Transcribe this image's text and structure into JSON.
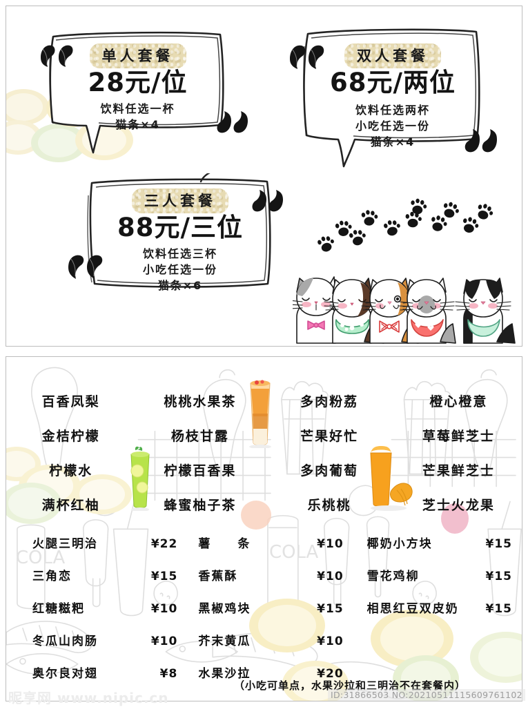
{
  "meta": {
    "watermark_left": "昵享网 www.nipic.cn",
    "watermark_right": "ID:31866503 NO:20210511115609761102",
    "accent_highlight": "#e7dbb3",
    "ink": "#1a1a1a"
  },
  "packages": [
    {
      "id": "single",
      "title": "单人套餐",
      "price": "28元/位",
      "lines": [
        "饮料任选一杯",
        "猫条×4"
      ]
    },
    {
      "id": "double",
      "title": "双人套餐",
      "price": "68元/两位",
      "lines": [
        "饮料任选两杯",
        "小吃任选一份",
        "猫条×4"
      ]
    },
    {
      "id": "triple",
      "title": "三人套餐",
      "price": "88元/三位",
      "lines": [
        "饮料任选三杯",
        "小吃任选一份",
        "猫条×6"
      ]
    }
  ],
  "drinks": {
    "columns": [
      {
        "items": [
          "百香凤梨",
          "金桔柠檬",
          "柠檬水",
          "满杯红柚"
        ]
      },
      {
        "items": [
          "桃桃水果茶",
          "杨枝甘露",
          "柠檬百香果",
          "蜂蜜柚子茶"
        ]
      },
      {
        "items": [
          "多肉粉荔",
          "芒果好忙",
          "多肉葡萄",
          "乐桃桃"
        ]
      },
      {
        "items": [
          "橙心橙意",
          "草莓鲜芝士",
          "芒果鲜芝士",
          "芝士火龙果"
        ]
      }
    ]
  },
  "foods": {
    "columns": [
      {
        "items": [
          {
            "name": "火腿三明治",
            "price": "¥22"
          },
          {
            "name": "三角恋",
            "price": "¥15"
          },
          {
            "name": "红糖糍粑",
            "price": "¥10"
          },
          {
            "name": "冬瓜山肉肠",
            "price": "¥10"
          },
          {
            "name": "奥尔良对翅",
            "price": "¥8"
          }
        ]
      },
      {
        "items": [
          {
            "name": "薯　　条",
            "price": "¥10"
          },
          {
            "name": "香蕉酥",
            "price": "¥10"
          },
          {
            "name": "黑椒鸡块",
            "price": "¥15"
          },
          {
            "name": "芥末黄瓜",
            "price": "¥10"
          },
          {
            "name": "水果沙拉",
            "price": "¥20"
          }
        ]
      },
      {
        "items": [
          {
            "name": "椰奶小方块",
            "price": "¥15"
          },
          {
            "name": "雪花鸡柳",
            "price": "¥15"
          },
          {
            "name": "相思红豆双皮奶",
            "price": "¥15"
          }
        ]
      }
    ],
    "footnote": "（小吃可单点，水果沙拉和三明治不在套餐内）"
  },
  "cats": [
    {
      "name": "grey-tabby-cat",
      "bow": "pink-bowtie"
    },
    {
      "name": "brown-cat",
      "bow": "green-polka-scarf"
    },
    {
      "name": "calico-cat",
      "bow": "red-bowtie"
    },
    {
      "name": "white-grey-cat",
      "bow": "red-heart-scarf"
    },
    {
      "name": "tuxedo-cat",
      "bow": "mint-scarf"
    }
  ]
}
